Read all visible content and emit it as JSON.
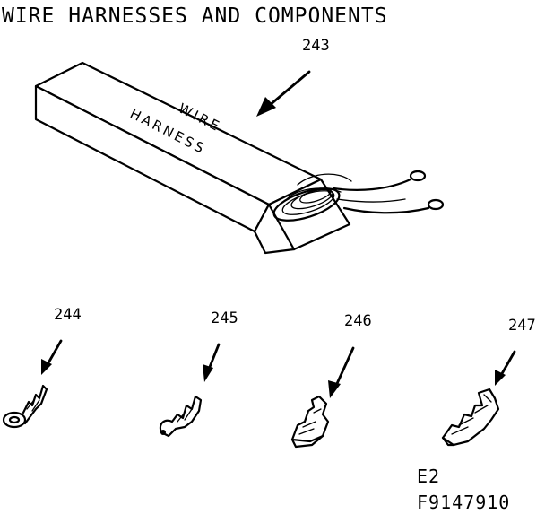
{
  "title": "WIRE HARNESSES AND COMPONENTS",
  "box_label": {
    "line1": "WIRE",
    "line2": "HARNESS"
  },
  "parts": [
    {
      "number": "243",
      "icon": "wire-harness-box-icon"
    },
    {
      "number": "244",
      "icon": "ring-terminal-icon"
    },
    {
      "number": "245",
      "icon": "hook-terminal-icon"
    },
    {
      "number": "246",
      "icon": "flag-terminal-icon"
    },
    {
      "number": "247",
      "icon": "female-terminal-icon"
    }
  ],
  "footer": {
    "code1": "E2",
    "code2": "F9147910"
  }
}
